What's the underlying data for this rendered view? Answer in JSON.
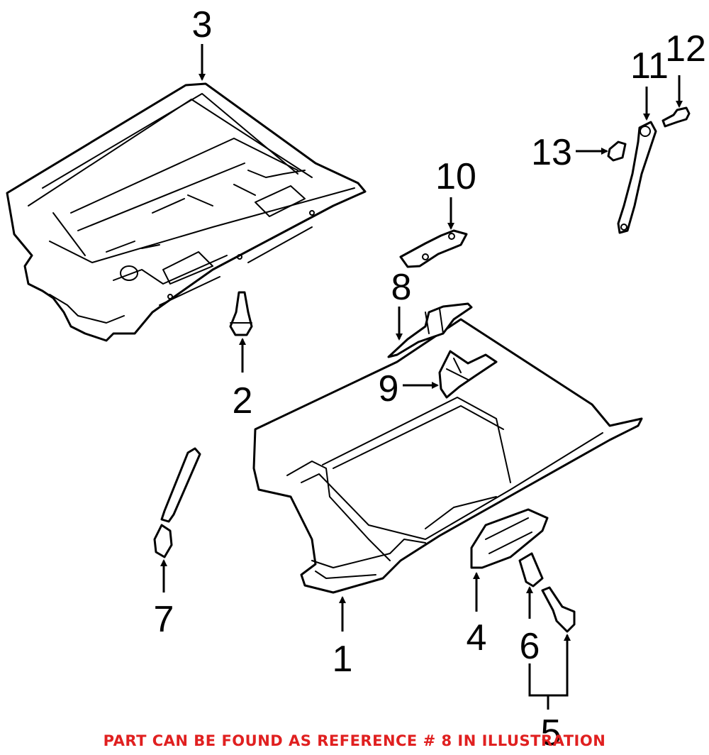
{
  "diagram": {
    "callouts": [
      {
        "id": "callout-1",
        "text": "1"
      },
      {
        "id": "callout-2",
        "text": "2"
      },
      {
        "id": "callout-3",
        "text": "3"
      },
      {
        "id": "callout-4",
        "text": "4"
      },
      {
        "id": "callout-5",
        "text": "5"
      },
      {
        "id": "callout-6",
        "text": "6"
      },
      {
        "id": "callout-7",
        "text": "7"
      },
      {
        "id": "callout-8",
        "text": "8"
      },
      {
        "id": "callout-9",
        "text": "9"
      },
      {
        "id": "callout-10",
        "text": "10"
      },
      {
        "id": "callout-11",
        "text": "11"
      },
      {
        "id": "callout-12",
        "text": "12"
      },
      {
        "id": "callout-13",
        "text": "13"
      }
    ]
  },
  "footnote": {
    "text": "PART CAN BE FOUND AS REFERENCE # 8 IN ILLUSTRATION",
    "color": "#e02020"
  }
}
